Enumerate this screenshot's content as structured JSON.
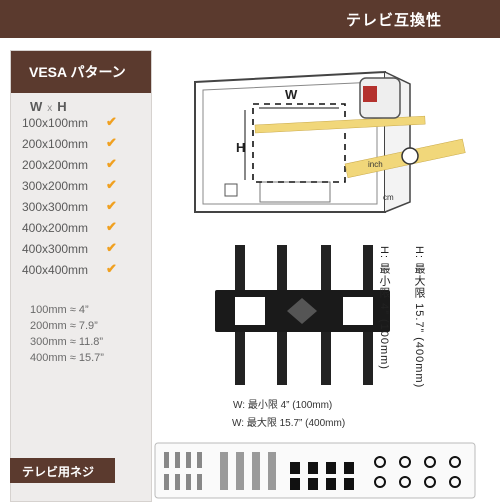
{
  "header": {
    "title": "テレビ互換性"
  },
  "vesa": {
    "heading": "VESA パターン",
    "col_w": "W",
    "col_x": "x",
    "col_h": "H",
    "sizes": [
      "100x100mm",
      "200x100mm",
      "200x200mm",
      "300x200mm",
      "300x300mm",
      "400x200mm",
      "400x300mm",
      "400x400mm"
    ],
    "conversions": [
      "100mm ≈ 4”",
      "200mm ≈ 7.9”",
      "300mm ≈ 11.8”",
      "400mm ≈ 15.7”"
    ]
  },
  "diagram": {
    "label_w": "W",
    "label_h": "H",
    "tape_inch": "inch",
    "tape_cm": "cm"
  },
  "mount": {
    "h_min": "H: 最小限 4” (100mm)",
    "h_max": "H: 最大限 15.7” (400mm)",
    "w_min": "W: 最小限 4” (100mm)",
    "w_max": "W: 最大限 15.7” (400mm)"
  },
  "footer": {
    "screws_label": "テレビ用ネジ"
  },
  "colors": {
    "brown": "#5b3a2e",
    "check": "#f0a020",
    "tape": "#f1d77a"
  }
}
